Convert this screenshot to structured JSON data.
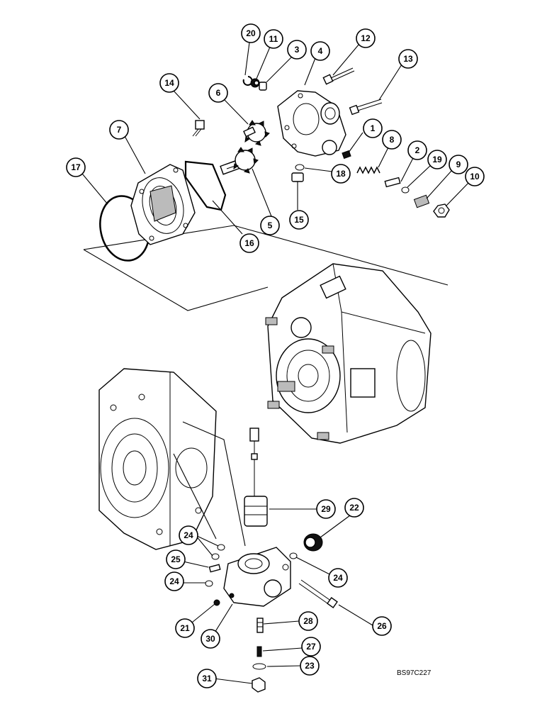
{
  "drawing_code": "BS97C227",
  "callouts": [
    "1",
    "2",
    "3",
    "4",
    "5",
    "6",
    "7",
    "8",
    "9",
    "10",
    "11",
    "12",
    "13",
    "14",
    "15",
    "16",
    "17",
    "18",
    "19",
    "20",
    "21",
    "22",
    "23",
    "24",
    "25",
    "26",
    "27",
    "28",
    "29",
    "30",
    "31"
  ]
}
